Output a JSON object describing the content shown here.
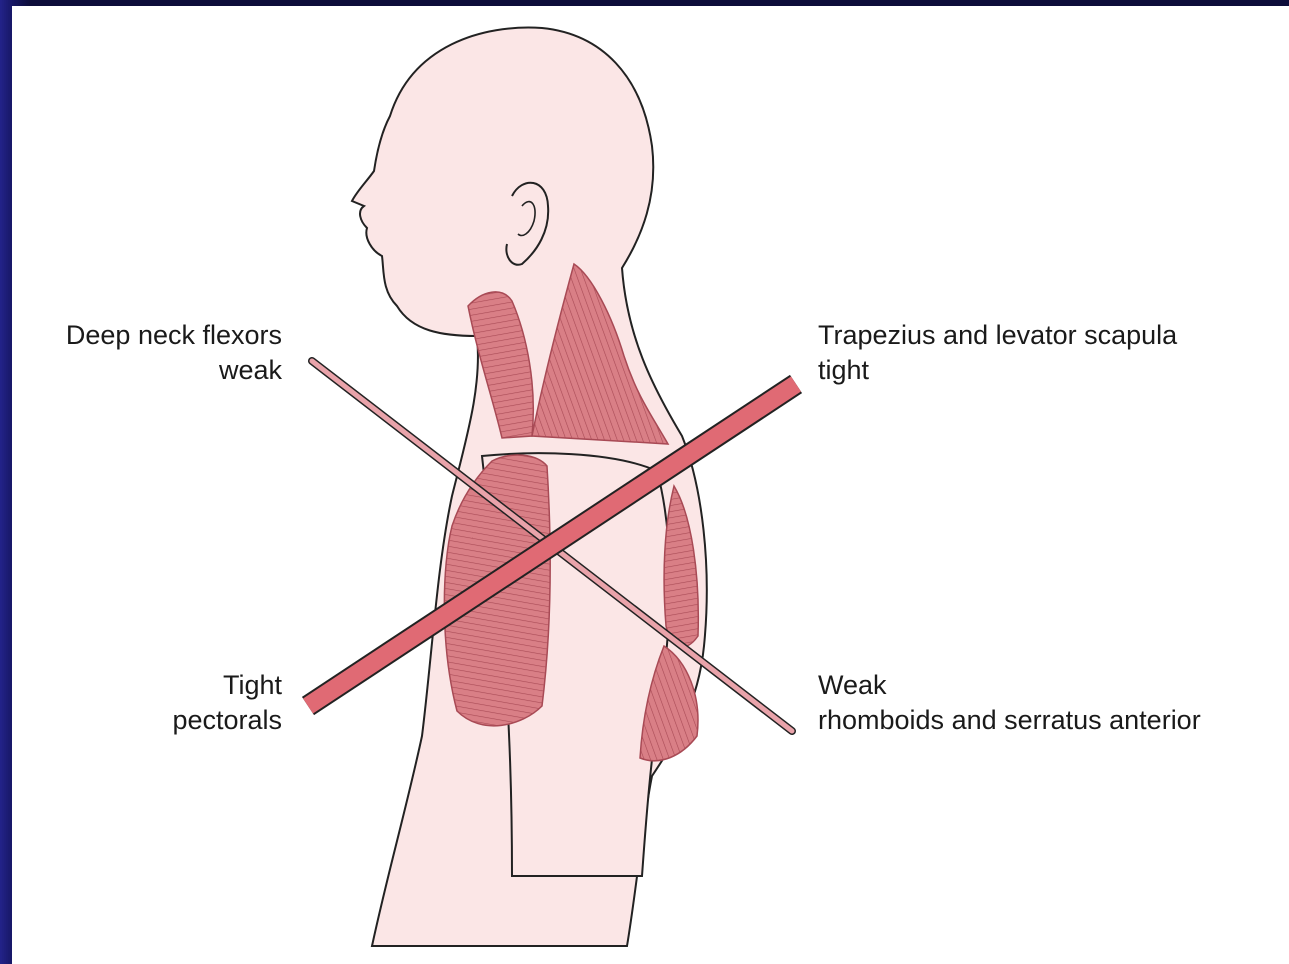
{
  "labels": {
    "deep_neck_flexors": {
      "line1": "Deep neck flexors",
      "line2": "weak"
    },
    "trapezius_levator": {
      "line1": "Trapezius and levator scapula",
      "line2": "tight"
    },
    "tight_pectorals": {
      "line1": "Tight",
      "line2": "pectorals"
    },
    "weak_rhomboids": {
      "line1": "Weak",
      "line2": "rhomboids and serratus anterior"
    }
  },
  "colors": {
    "skin": "#fbe6e6",
    "muscle": "#d97f86",
    "muscle_line": "#a84a55",
    "tight_bar": "#e06a74",
    "weak_bar": "#e9a3aa",
    "outline": "#222222",
    "slide_border": "#0d0d3a"
  }
}
